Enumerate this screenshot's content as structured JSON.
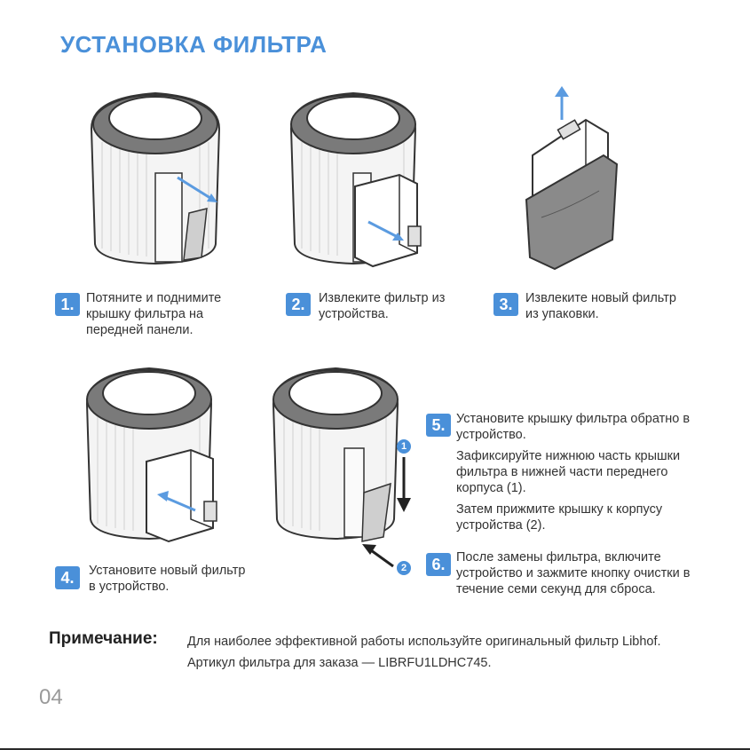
{
  "title": "УСТАНОВКА ФИЛЬТРА",
  "colors": {
    "accent": "#4a90d9",
    "arrow_blue": "#5b9be0",
    "dark": "#222222"
  },
  "steps": [
    {
      "num": "1.",
      "text": "Потяните и поднимите крышку фильтра на передней панели."
    },
    {
      "num": "2.",
      "text": "Извлеките фильтр из устройства."
    },
    {
      "num": "3.",
      "text": "Извлеките новый фильтр из упаковки."
    },
    {
      "num": "4.",
      "text": "Установите новый фильтр в устройство."
    },
    {
      "num": "5.",
      "text": "Установите крышку фильтра обратно в устройство.",
      "text2": "Зафиксируйте нижнюю часть крышки фильтра в нижней части переднего корпуса (1).",
      "text3": "Затем прижмите крышку к корпусу устройства (2)."
    },
    {
      "num": "6.",
      "text": "После замены фильтра, включите устройство и зажмите кнопку очистки в течение семи секунд для сброса."
    }
  ],
  "markers": {
    "one": "1",
    "two": "2"
  },
  "note": {
    "label": "Примечание:",
    "text": "Для наиболее эффективной работы используйте оригинальный фильтр Libhof. Артикул фильтра для заказа — LIBRFU1LDHC745."
  },
  "page_number": "04"
}
